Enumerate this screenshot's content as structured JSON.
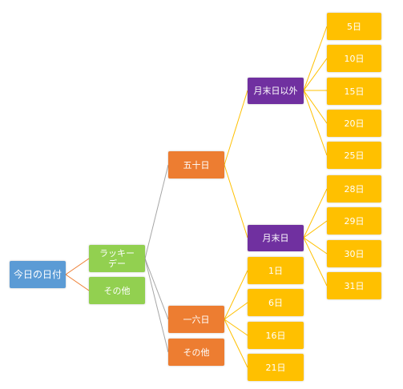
{
  "colors": {
    "root": "#5b9bd5",
    "level1": "#92d050",
    "level2": "#ed7d31",
    "level3": "#7030a0",
    "leaf": "#ffc000",
    "connector_root": "#ed7d31",
    "connector_gray": "#a6a6a6",
    "connector_yellow": "#ffc000"
  },
  "root": {
    "label": "今日の日付"
  },
  "level1": {
    "lucky": "ラッキー\nデー",
    "other": "その他"
  },
  "level2": {
    "gotoubi": "五十日",
    "ichiroku": "一六日",
    "other": "その他"
  },
  "level3": {
    "not_month_end": "月末日以外",
    "month_end": "月末日"
  },
  "leaves": {
    "not_month_end": [
      "5日",
      "10日",
      "15日",
      "20日",
      "25日"
    ],
    "month_end": [
      "28日",
      "29日",
      "30日",
      "31日"
    ],
    "ichiroku": [
      "1日",
      "6日",
      "16日",
      "21日"
    ]
  }
}
